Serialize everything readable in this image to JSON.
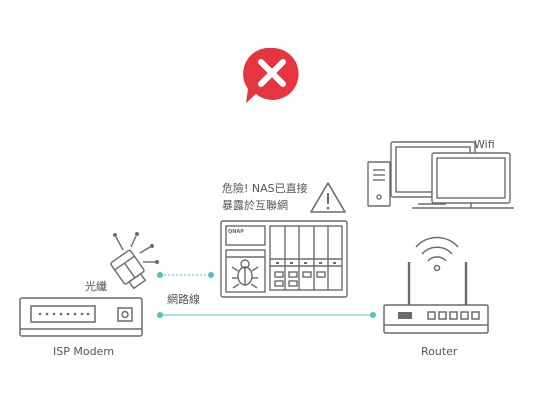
{
  "status": {
    "icon": "x-error-bubble-icon",
    "color": "#e5353f"
  },
  "warning": {
    "line1": "危險! NAS已直接",
    "line2": "暴露於互聯網",
    "icon": "warning-triangle-icon"
  },
  "labels": {
    "fiber": "光纖",
    "cable": "網路線",
    "modem": "ISP Modem",
    "router": "Router",
    "wifi": "Wifi"
  },
  "devices": {
    "modem_icon": "isp-modem-icon",
    "router_icon": "wifi-router-icon",
    "nas_icon": "nas-icon",
    "nas_brand": "QNAP",
    "fiber_icon": "fiber-connector-icon",
    "computers_icon": "desktop-computers-icon"
  },
  "colors": {
    "line": "#6b6b6b",
    "connector": "#4fc3c0",
    "alert": "#e5353f"
  }
}
